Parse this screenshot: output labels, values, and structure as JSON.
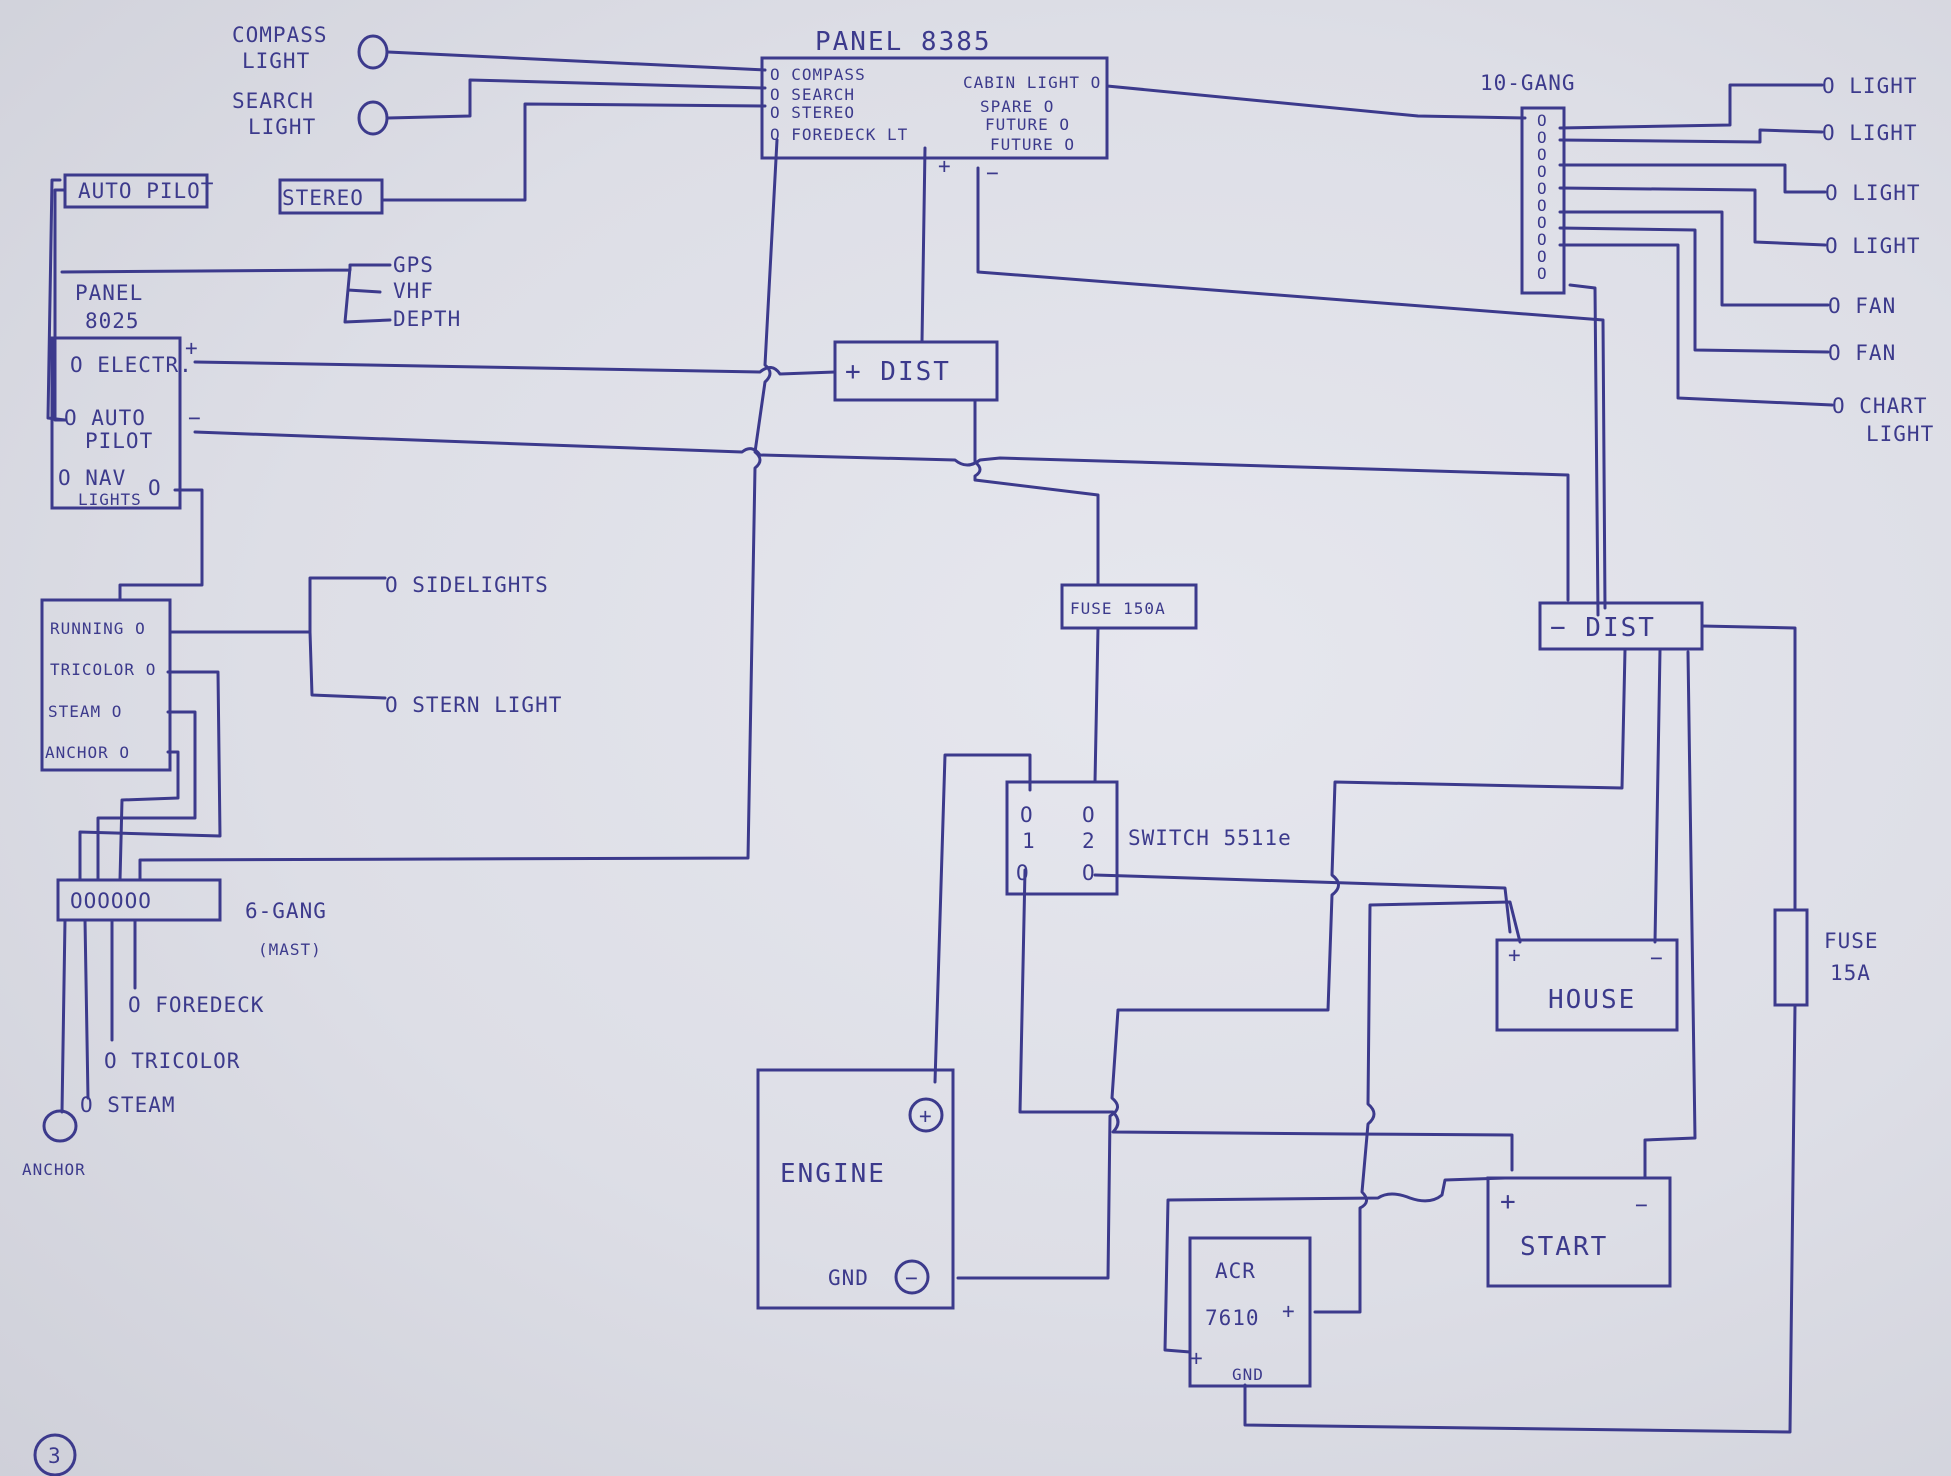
{
  "colors": {
    "ink": "#3c3a8c",
    "paper": "#e3e4eb"
  },
  "loads_top_left": {
    "compass_light": [
      "COMPASS",
      "LIGHT"
    ],
    "search_light": [
      "SEARCH",
      "LIGHT"
    ]
  },
  "panel_8385": {
    "title": "PANEL 8385",
    "left_switches": [
      "O COMPASS",
      "O SEARCH",
      "O STEREO",
      "O FOREDECK LT"
    ],
    "right_switches": [
      "CABIN LIGHT O",
      "SPARE O",
      "FUTURE O",
      "FUTURE O"
    ],
    "plus": "+",
    "minus": "−"
  },
  "auto_pilot": "AUTO PILOT",
  "stereo": "STEREO",
  "instruments": [
    "GPS",
    "VHF",
    "DEPTH"
  ],
  "panel_8025": {
    "title": [
      "PANEL",
      "8025"
    ],
    "plus": "+",
    "minus": "−",
    "switches": [
      "O ELECTR.",
      [
        "O AUTO",
        "PILOT"
      ],
      [
        "O NAV",
        "LIGHTS"
      ]
    ],
    "nav_circle": "O"
  },
  "pos_dist": "+ DIST",
  "neg_dist": "− DIST",
  "ten_gang": {
    "label": "10-GANG",
    "terminals": [
      "O",
      "O",
      "O",
      "O",
      "O",
      "O",
      "O",
      "O",
      "O",
      "O"
    ],
    "loads": [
      "O LIGHT",
      "O LIGHT",
      "O LIGHT",
      "O LIGHT",
      "O FAN",
      "O FAN",
      "O CHART"
    ],
    "chart_light_2": "LIGHT"
  },
  "nav_lights_panel": [
    "RUNNING O",
    "TRICOLOR O",
    "STEAM O",
    "ANCHOR O"
  ],
  "running_loads": [
    "O SIDELIGHTS",
    "O STERN LIGHT"
  ],
  "fuse_150": "FUSE 150A",
  "fuse_15": [
    "FUSE",
    "15A"
  ],
  "switch": {
    "label": "SWITCH 5511e",
    "positions": [
      "O",
      "O",
      "1",
      "2",
      "O",
      "O"
    ]
  },
  "six_gang": {
    "label": "6-GANG",
    "sublabel": "(MAST)",
    "terminals": "OOOOOO"
  },
  "mast_loads": [
    "O FOREDECK",
    "O TRICOLOR",
    "O STEAM",
    "ANCHOR"
  ],
  "house": {
    "label": "HOUSE",
    "plus": "+",
    "minus": "−"
  },
  "start": {
    "label": "START",
    "plus": "+",
    "minus": "−"
  },
  "engine": {
    "label": "ENGINE",
    "gnd": "GND",
    "plus": "+",
    "minus": "−"
  },
  "acr": {
    "label": [
      "ACR",
      "7610"
    ],
    "plus": "+",
    "plus2": "+",
    "gnd": "GND"
  },
  "page_number": "3"
}
